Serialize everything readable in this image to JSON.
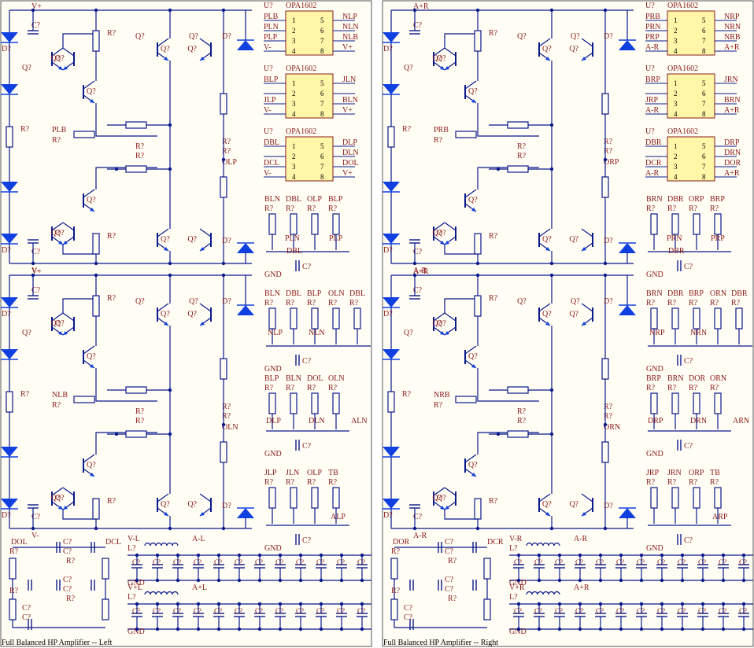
{
  "colors": {
    "sheet_bg": "#fffdf4",
    "frame": "#555555",
    "wire": "#0a1a8c",
    "comp": "#8a1a1a",
    "label": "#8a1a1a",
    "ic_fill": "#fff6a8",
    "diode": "#1040e0"
  },
  "sheets": [
    {
      "title": "Full Balanced HP Amplifier -- Left",
      "rail_pos": "V+",
      "rail_neg": "V-",
      "rail_alt": "A-L",
      "rail_alt2": "A+L",
      "reg_in": "V-L",
      "reg_in2": "V+L",
      "stage_labels": [
        "PLB",
        "NLB"
      ],
      "out_labels": [
        "OLP",
        "OLN"
      ],
      "ics": [
        {
          "ref": "U?",
          "part": "OPA1602",
          "left": [
            "PLB",
            "PLN",
            "PLP",
            "V-"
          ],
          "right": [
            "NLP",
            "NLN",
            "NLB",
            "V+"
          ],
          "pins_l": [
            "1",
            "2",
            "3",
            "4"
          ],
          "pins_r": [
            "5",
            "6",
            "7",
            "8"
          ]
        },
        {
          "ref": "U?",
          "part": "OPA1602",
          "left": [
            "BLP",
            "",
            "JLP",
            "V-"
          ],
          "right": [
            "JLN",
            "",
            "BLN",
            "V+"
          ],
          "pins_l": [
            "1",
            "2",
            "3",
            "4"
          ],
          "pins_r": [
            "5",
            "6",
            "7",
            "8"
          ]
        },
        {
          "ref": "U?",
          "part": "OPA1602",
          "left": [
            "DBL",
            "",
            "DCL",
            "V-"
          ],
          "right": [
            "DLP",
            "DLN",
            "DOL",
            "V+"
          ],
          "pins_l": [
            "1",
            "2",
            "3",
            "4"
          ],
          "pins_r": [
            "5",
            "6",
            "7",
            "8"
          ]
        }
      ],
      "net_rows": [
        [
          "BLN",
          "DBL",
          "OLP",
          "BLP"
        ],
        [
          "BLN",
          "DBL",
          "BLP",
          "OLN",
          "DBL"
        ],
        [
          "BLP",
          "BLN",
          "DOL",
          "OLN"
        ],
        [
          "JLP",
          "JLN",
          "OLP",
          "TB"
        ]
      ],
      "net_misc": [
        "PLN",
        "PLP",
        "DBL",
        "NLP",
        "NLN",
        "DLP",
        "DLN",
        "ALN",
        "ALP",
        "GND",
        "DOL",
        "DCL"
      ]
    },
    {
      "title": "Full Balanced HP Amplifier -- Right",
      "rail_pos": "A+R",
      "rail_neg": "A-R",
      "rail_alt": "A-R",
      "rail_alt2": "A+R",
      "reg_in": "V-R",
      "reg_in2": "V+R",
      "stage_labels": [
        "PRB",
        "NRB"
      ],
      "out_labels": [
        "ORP",
        "ORN"
      ],
      "ics": [
        {
          "ref": "U?",
          "part": "OPA1602",
          "left": [
            "PRB",
            "PRN",
            "PRP",
            "A-R"
          ],
          "right": [
            "NRP",
            "NRN",
            "NRB",
            "A+R"
          ],
          "pins_l": [
            "1",
            "2",
            "3",
            "4"
          ],
          "pins_r": [
            "5",
            "6",
            "7",
            "8"
          ]
        },
        {
          "ref": "U?",
          "part": "OPA1602",
          "left": [
            "BRP",
            "",
            "JRP",
            "A-R"
          ],
          "right": [
            "JRN",
            "",
            "BRN",
            "A+R"
          ],
          "pins_l": [
            "1",
            "2",
            "3",
            "4"
          ],
          "pins_r": [
            "5",
            "6",
            "7",
            "8"
          ]
        },
        {
          "ref": "U?",
          "part": "OPA1602",
          "left": [
            "DBR",
            "",
            "DCR",
            "A-R"
          ],
          "right": [
            "DRP",
            "DRN",
            "DOR",
            "A+R"
          ],
          "pins_l": [
            "1",
            "2",
            "3",
            "4"
          ],
          "pins_r": [
            "5",
            "6",
            "7",
            "8"
          ]
        }
      ],
      "net_rows": [
        [
          "BRN",
          "DBR",
          "ORP",
          "BRP"
        ],
        [
          "BRN",
          "DBR",
          "BRP",
          "ORN",
          "DBR"
        ],
        [
          "BRP",
          "BRN",
          "DOR",
          "ORN"
        ],
        [
          "JRP",
          "JRN",
          "ORP",
          "TB"
        ]
      ],
      "net_misc": [
        "PRN",
        "PRP",
        "DBR",
        "NRP",
        "NRN",
        "DRP",
        "DRN",
        "ARN",
        "ARP",
        "GND",
        "DOR",
        "DCR"
      ]
    }
  ],
  "refs": {
    "resistor": "R?",
    "capacitor": "C?",
    "transistor": "Q?",
    "diode": "D?",
    "inductor": "L?",
    "ic": "U?",
    "ground": "GND"
  }
}
